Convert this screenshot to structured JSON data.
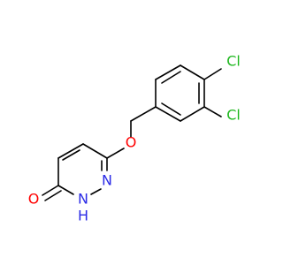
{
  "molecule": {
    "atom_labels": {
      "cl_top": "Cl",
      "cl_bottom": "Cl",
      "oxygen_ether": "O",
      "oxygen_carbonyl": "O",
      "nitrogen_ring": "N",
      "nitrogen_nh": "N",
      "hydrogen_nh": "H"
    },
    "colors": {
      "chlorine": "#1FB81F",
      "oxygen": "#FF0000",
      "nitrogen": "#2A2AE6",
      "bond": "#000000"
    }
  }
}
